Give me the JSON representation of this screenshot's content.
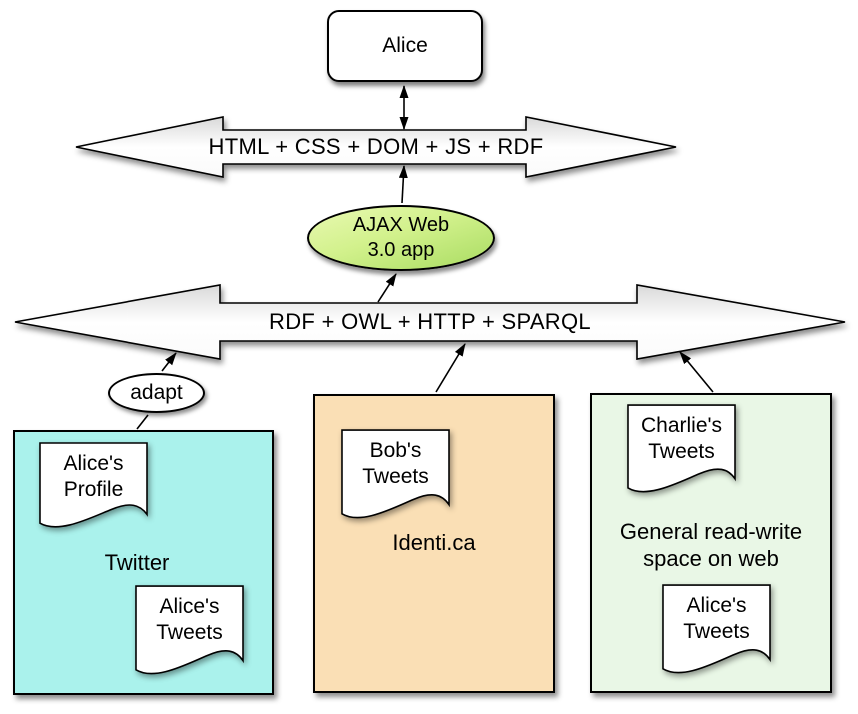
{
  "colors": {
    "background": "#ffffff",
    "stroke": "#000000",
    "bus_fill_top": "#dcdcdc",
    "bus_fill_bottom": "#ffffff",
    "ajax_gradient_top": "#e9f9b2",
    "ajax_gradient_bottom": "#a9dc62",
    "twitter_fill": "#aaf2ec",
    "identica_fill": "#fadfb5",
    "general_fill": "#e9f7e6"
  },
  "nodes": {
    "alice": {
      "label": "Alice"
    },
    "top_bus": {
      "label": "HTML + CSS + DOM + JS + RDF"
    },
    "ajax_app": {
      "lines": [
        "AJAX Web",
        "3.0 app"
      ]
    },
    "bottom_bus": {
      "label": "RDF + OWL + HTTP + SPARQL"
    },
    "adapt": {
      "label": "adapt"
    }
  },
  "stores": {
    "twitter": {
      "label": "Twitter",
      "documents": [
        "Alice's Profile",
        "Alice's Tweets"
      ]
    },
    "identica": {
      "label": "Identi.ca",
      "documents": [
        "Bob's Tweets"
      ]
    },
    "general": {
      "label_lines": [
        "General read-write",
        "space on web"
      ],
      "documents": [
        "Charlie's Tweets",
        "Alice's Tweets"
      ]
    }
  }
}
